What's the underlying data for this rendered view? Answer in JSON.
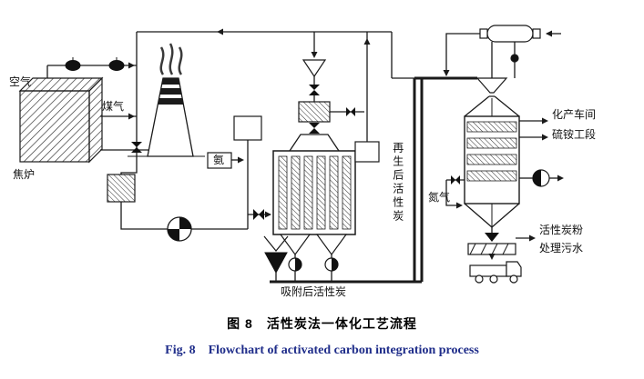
{
  "diagram": {
    "labels": {
      "air": "空气",
      "coke_oven": "焦炉",
      "coal_gas": "煤气",
      "ammonia": "氨",
      "regenerated_carbon": "再生后活性炭",
      "chem_workshop_line1": "化产车间",
      "chem_workshop_line2": "硫铵工段",
      "nitrogen": "氮气",
      "carbon_powder_line1": "活性炭粉",
      "carbon_powder_line2": "处理污水",
      "adsorbed_carbon": "吸附后活性炭"
    },
    "components": [
      "coke-oven",
      "chimney",
      "air-blowers",
      "heat-exchanger",
      "gas-blower",
      "ammonia-injection",
      "adsorption-tower",
      "carbon-feed-funnel",
      "regeneration-tower",
      "condenser-vessel",
      "exhaust-fan",
      "screw-conveyor",
      "truck",
      "carbon-conveyor"
    ]
  },
  "caption": {
    "zh": "图 8　活性炭法一体化工艺流程",
    "en": "Fig. 8　Flowchart of activated carbon integration process"
  },
  "colors": {
    "diagram_line": "#1a1a1a",
    "caption_zh": "#000000",
    "caption_en": "#1f2d8a",
    "background": "#ffffff"
  }
}
